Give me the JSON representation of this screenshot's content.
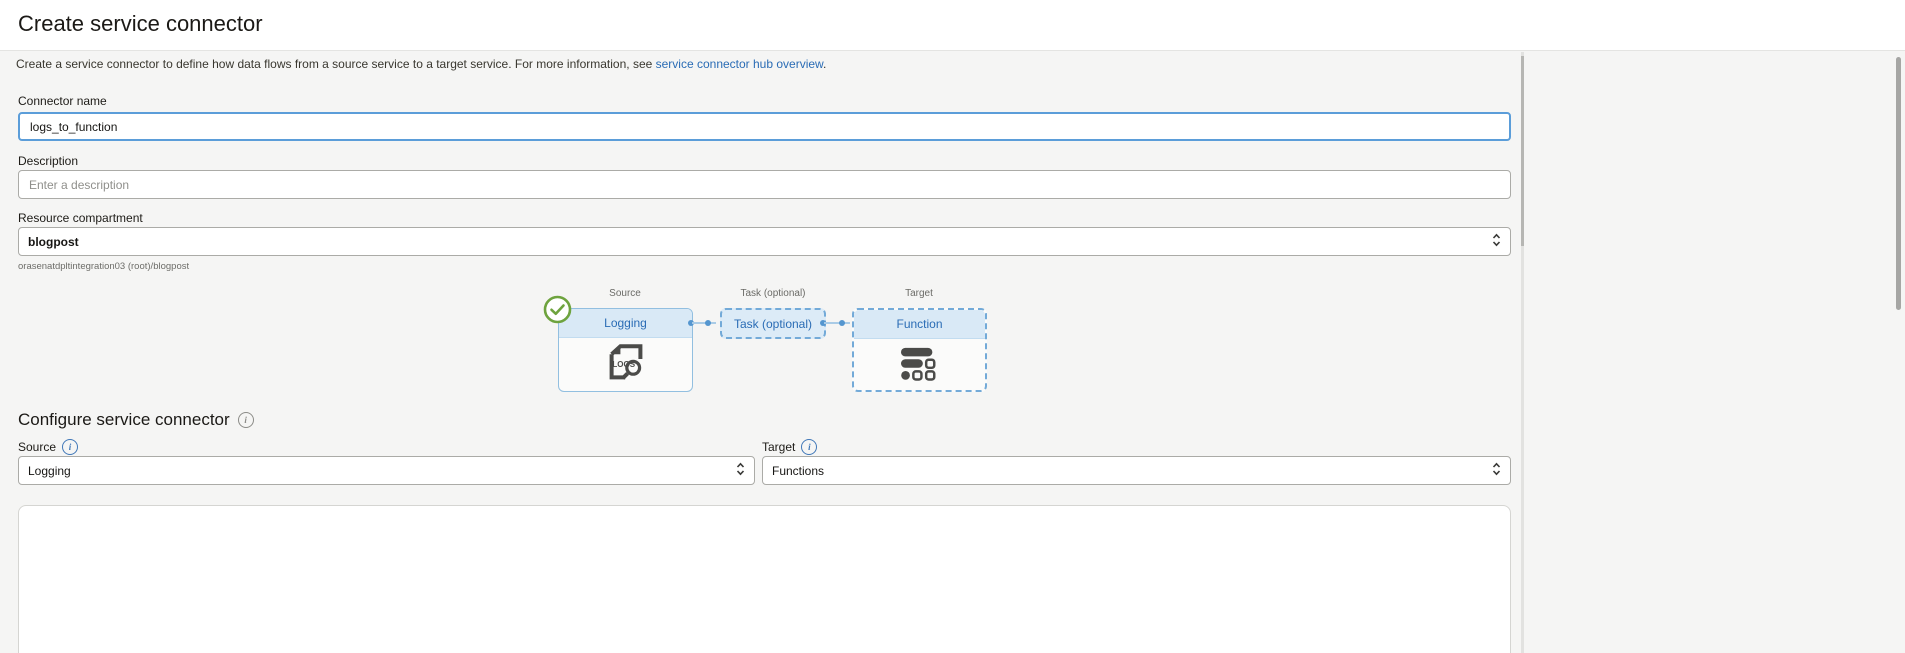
{
  "header": {
    "title": "Create service connector"
  },
  "intro": {
    "text_before_link": "Create a service connector to define how data flows from a source service to a target service. For more information, see ",
    "link_text": "service connector hub overview",
    "text_after_link": "."
  },
  "form": {
    "connector_name": {
      "label": "Connector name",
      "value": "logs_to_function"
    },
    "description": {
      "label": "Description",
      "placeholder": "Enter a description"
    },
    "resource_compartment": {
      "label": "Resource compartment",
      "value": "blogpost",
      "helper": "orasenatdpltintegration03 (root)/blogpost"
    }
  },
  "diagram": {
    "source": {
      "column_label": "Source",
      "box_title": "Logging",
      "icon_text": "LOGS",
      "status": "valid"
    },
    "task": {
      "column_label": "Task (optional)",
      "box_title": "Task (optional)"
    },
    "target": {
      "column_label": "Target",
      "box_title": "Function"
    }
  },
  "configure": {
    "heading": "Configure service connector",
    "source": {
      "label": "Source",
      "value": "Logging"
    },
    "target": {
      "label": "Target",
      "value": "Functions"
    }
  },
  "colors": {
    "link_blue": "#2a6cb5",
    "focus_border_blue": "#5b9dd9",
    "node_header_blue": "#d9e9f6",
    "node_dashed_blue": "#73aad8",
    "success_green": "#6ea33e",
    "page_background": "#f5f5f4",
    "header_background": "#ffffff"
  }
}
